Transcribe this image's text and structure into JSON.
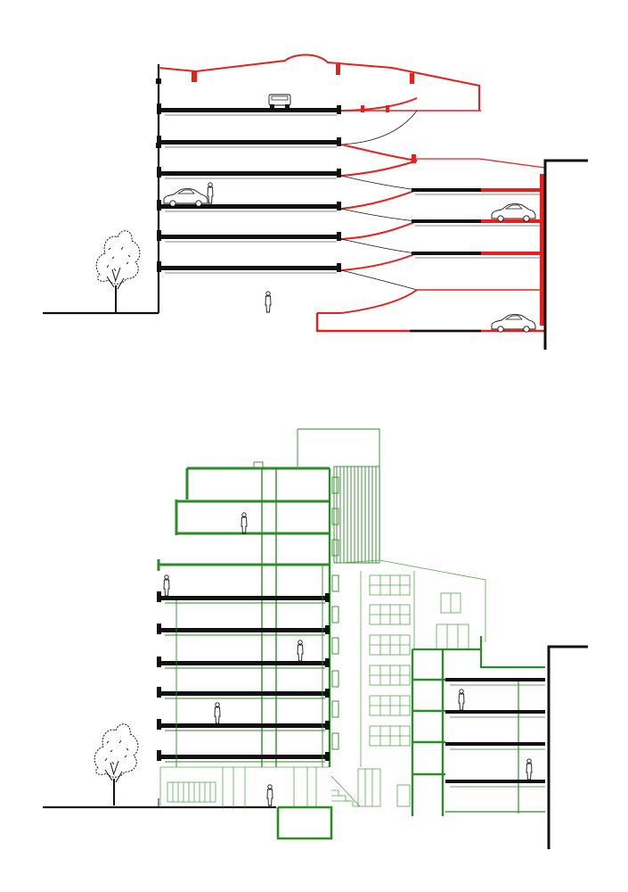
{
  "colors": {
    "background": "#ffffff",
    "ink": "#111111",
    "red": "#e8201c",
    "green": "#2e8b2a",
    "green_light": "#56a84c"
  },
  "drawings": [
    {
      "name": "parking-garage-section",
      "line_color": "red",
      "vehicles": [
        "car-icon",
        "car-icon",
        "car-icon",
        "car-icon"
      ],
      "people": [
        "person-icon",
        "person-icon"
      ],
      "trees": [
        "tree-icon"
      ]
    },
    {
      "name": "housing-conversion-section",
      "line_color": "green",
      "people": [
        "person-icon",
        "person-icon",
        "person-icon",
        "person-icon",
        "person-icon",
        "person-icon",
        "person-icon"
      ],
      "trees": [
        "tree-icon"
      ]
    }
  ]
}
